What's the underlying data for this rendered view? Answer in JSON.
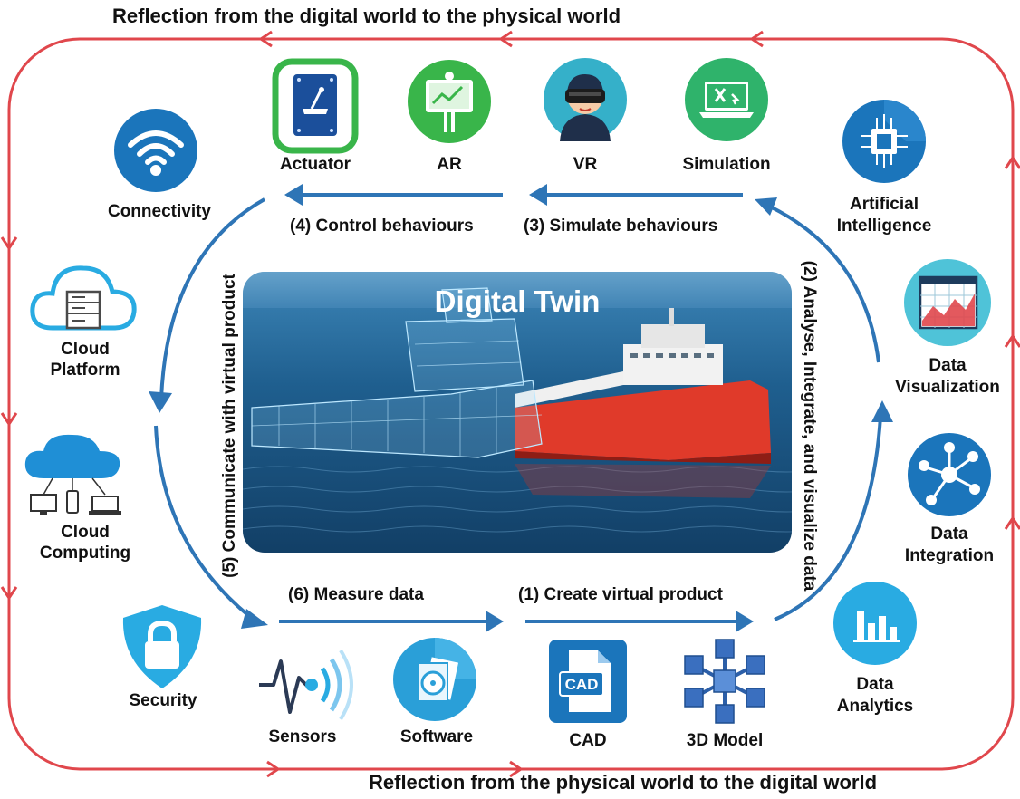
{
  "loops": {
    "top_reflection": "Reflection from the digital world to the physical world",
    "bottom_reflection": "Reflection from the physical world to the digital world"
  },
  "center": {
    "title": "Digital Twin"
  },
  "steps": {
    "create": "(1) Create virtual product",
    "analyse": "(2) Analyse, Integrate, and visualize data",
    "simulate": "(3) Simulate behaviours",
    "control": "(4) Control behaviours",
    "communicate": "(5) Communicate with virtual product",
    "measure": "(6) Measure data"
  },
  "technologies": {
    "actuator": "Actuator",
    "ar": "AR",
    "vr": "VR",
    "simulation": "Simulation",
    "artificial_intelligence": [
      "Artificial",
      "Intelligence"
    ],
    "connectivity": "Connectivity",
    "cloud_platform": [
      "Cloud",
      "Platform"
    ],
    "cloud_computing": [
      "Cloud",
      "Computing"
    ],
    "security": "Security",
    "sensors": "Sensors",
    "software": "Software",
    "cad": "CAD",
    "cad_badge": "CAD",
    "model_3d": "3D Model",
    "data_visualization": [
      "Data",
      "Visualization"
    ],
    "data_integration": [
      "Data",
      "Integration"
    ],
    "data_analytics": [
      "Data",
      "Analytics"
    ]
  },
  "colors": {
    "reflection_loop": "#e0474c",
    "process_arrow": "#2e75b6",
    "icon_blue": "#1b75bb",
    "icon_cyan": "#29abe2",
    "icon_green": "#39b54a",
    "ship_red": "#e03a2a",
    "sea": "#1c5a8a"
  },
  "icons": [
    "actuator-icon",
    "ar-icon",
    "vr-icon",
    "simulation-icon",
    "ai-chip-icon",
    "wifi-icon",
    "cloud-server-icon",
    "cloud-computing-icon",
    "lock-icon",
    "sensor-wave-icon",
    "software-disc-icon",
    "cad-file-icon",
    "cube-network-icon",
    "data-visualization-icon",
    "data-integration-icon",
    "bar-chart-icon"
  ]
}
